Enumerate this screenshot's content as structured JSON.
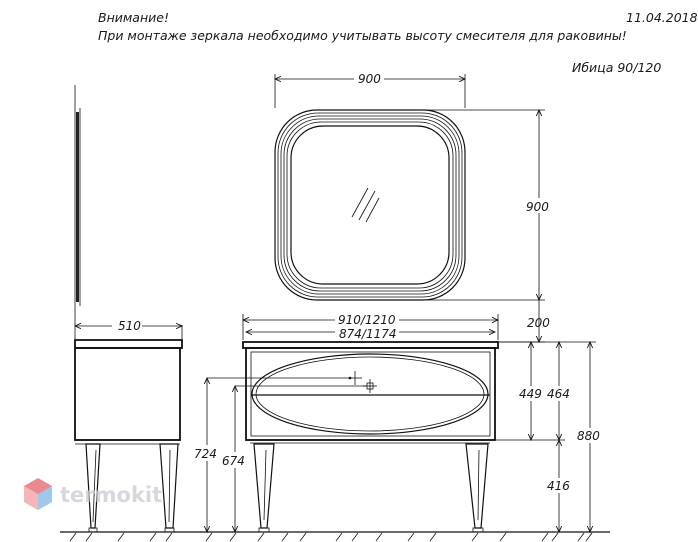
{
  "header": {
    "warning_title": "Внимание!",
    "warning_text": "При монтаже зеркала необходимо учитывать высоту смесителя для раковины!",
    "date": "11.04.2018",
    "product_name": "Ибица 90/120"
  },
  "dimensions": {
    "mirror_width": "900",
    "mirror_height": "900",
    "mirror_gap": "200",
    "cabinet_width": "910/1210",
    "top_width": "874/1174",
    "side_depth": "510",
    "drawer_height": "449",
    "body_height": "464",
    "total_height": "880",
    "leg_height": "416",
    "sink_height": "724",
    "drain_height": "674"
  },
  "watermark": {
    "logo_text": "termokit",
    "logo_colors": [
      "#e3646b",
      "#7fb6e6"
    ]
  }
}
